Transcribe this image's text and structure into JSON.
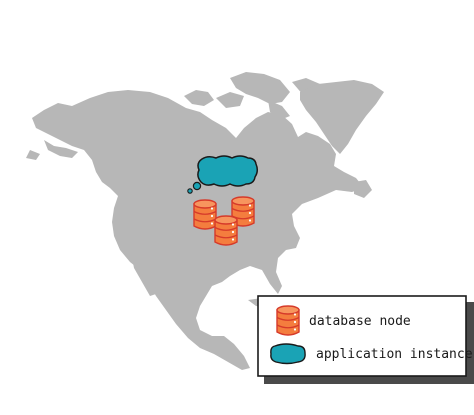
{
  "map": {
    "region": "North America",
    "land_color": "#b7b7b7",
    "background_color": "#ffffff"
  },
  "markers": {
    "database_nodes": {
      "icon": "database-cylinder-icon",
      "count": 3,
      "fill": "#f47d3e",
      "stroke": "#d63a2a"
    },
    "application_instances": {
      "icon": "cloud-thought-bubble-icon",
      "count": 1,
      "fill": "#1aa3b5",
      "stroke": "#1a1a1a"
    }
  },
  "legend": {
    "items": [
      {
        "label": "database node",
        "icon": "database-cylinder-icon"
      },
      {
        "label": "application instance",
        "icon": "cloud-bubble-icon"
      }
    ]
  }
}
